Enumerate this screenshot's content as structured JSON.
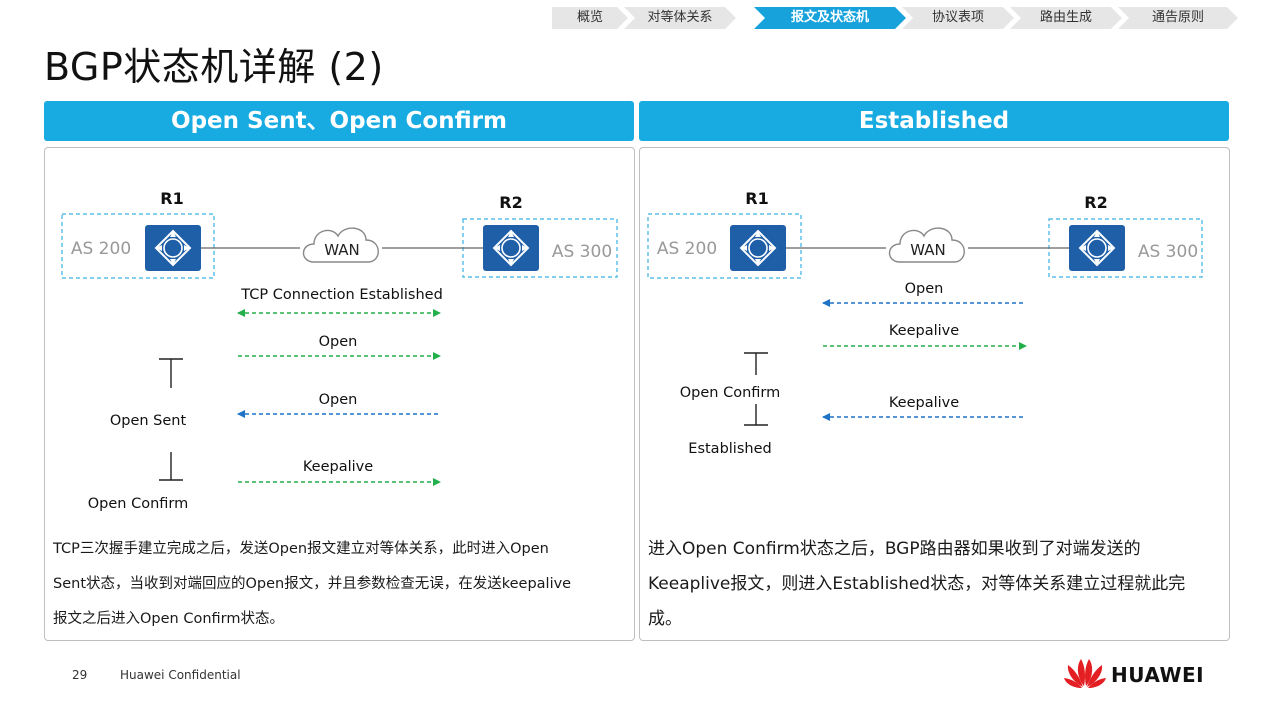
{
  "nav": {
    "items": [
      {
        "label": "概览"
      },
      {
        "label": "对等体关系"
      },
      {
        "label": "报文及状态机",
        "active": true
      },
      {
        "label": "协议表项"
      },
      {
        "label": "路由生成"
      },
      {
        "label": "通告原则"
      }
    ]
  },
  "title": "BGP状态机详解 (2)",
  "colors": {
    "accent": "#17abe2",
    "router": "#1f5fa8",
    "green_arrow": "#22b04b",
    "blue_arrow": "#1e73c8"
  },
  "left_panel": {
    "header": "Open Sent、Open Confirm",
    "r1": "R1",
    "r2": "R2",
    "as_left": "AS 200",
    "as_right": "AS 300",
    "wan": "WAN",
    "messages": [
      {
        "label": "TCP Connection Established",
        "direction": "both",
        "color": "green"
      },
      {
        "label": "Open",
        "direction": "right",
        "color": "green"
      },
      {
        "label": "Open",
        "direction": "left",
        "color": "blue"
      },
      {
        "label": "Keepalive",
        "direction": "right",
        "color": "green"
      }
    ],
    "state_open_sent": "Open Sent",
    "state_open_confirm": "Open Confirm",
    "description": [
      "TCP三次握手建立完成之后，发送Open报文建立对等体关系，此时进入Open",
      "Sent状态，当收到对端回应的Open报文，并且参数检查无误，在发送keepalive",
      "报文之后进入Open Confirm状态。"
    ]
  },
  "right_panel": {
    "header": "Established",
    "r1": "R1",
    "r2": "R2",
    "as_left": "AS 200",
    "as_right": "AS 300",
    "wan": "WAN",
    "messages": [
      {
        "label": "Open",
        "direction": "left",
        "color": "blue"
      },
      {
        "label": "Keepalive",
        "direction": "right",
        "color": "green"
      },
      {
        "label": "Keepalive",
        "direction": "left",
        "color": "blue"
      }
    ],
    "state_open_confirm": "Open Confirm",
    "state_established": "Established",
    "description": [
      "进入Open   Confirm状态之后，BGP路由器如果收到了对端发送的",
      "Keeaplive报文，则进入Established状态，对等体关系建立过程就此完",
      "成。"
    ]
  },
  "footer": {
    "page_number": "29",
    "confidential": "Huawei Confidential",
    "brand": "HUAWEI"
  }
}
